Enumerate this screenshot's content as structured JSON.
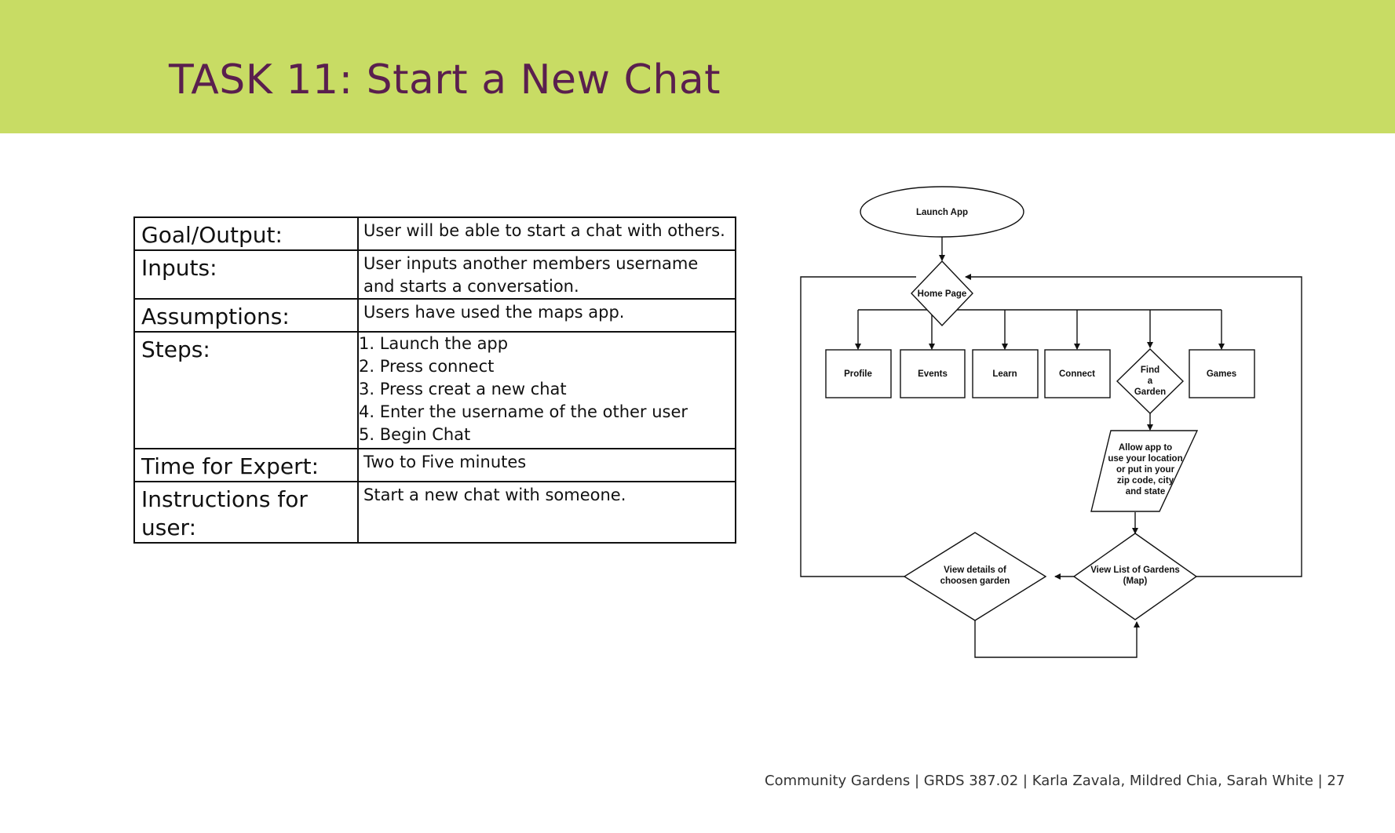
{
  "header": {
    "title": "TASK 11: Start a New Chat",
    "band_color": "#c8dc64",
    "title_color": "#5a1f4e"
  },
  "table": {
    "rows": [
      {
        "label": "Goal/Output:",
        "value": "User will be able to start a chat with others."
      },
      {
        "label": "Inputs:",
        "value": "User inputs another members username and starts a conversation."
      },
      {
        "label": "Assumptions:",
        "value": "Users have used the maps app."
      },
      {
        "label": "Steps:",
        "steps": [
          "1. Launch the app",
          "2. Press connect",
          "3. Press creat a new chat",
          "4. Enter the username of the other user",
          "5. Begin Chat"
        ]
      },
      {
        "label": "Time for Expert:",
        "value": "Two to Five minutes"
      },
      {
        "label": "Instructions for user:",
        "value": "Start a new chat with someone."
      }
    ]
  },
  "flowchart": {
    "start": "Launch App",
    "home": "Home Page",
    "menu": [
      "Profile",
      "Events",
      "Learn",
      "Connect",
      "Games"
    ],
    "find_garden": [
      "Find",
      "a",
      "Garden"
    ],
    "location": [
      "Allow app to",
      "use your location",
      "or put in your",
      "zip code, city",
      "and state"
    ],
    "list": [
      "View List of Gardens",
      "(Map)"
    ],
    "details": [
      "View details of",
      "choosen garden"
    ]
  },
  "footer": {
    "text": "Community Gardens | GRDS 387.02 | Karla Zavala, Mildred Chia, Sarah White  |  27"
  }
}
